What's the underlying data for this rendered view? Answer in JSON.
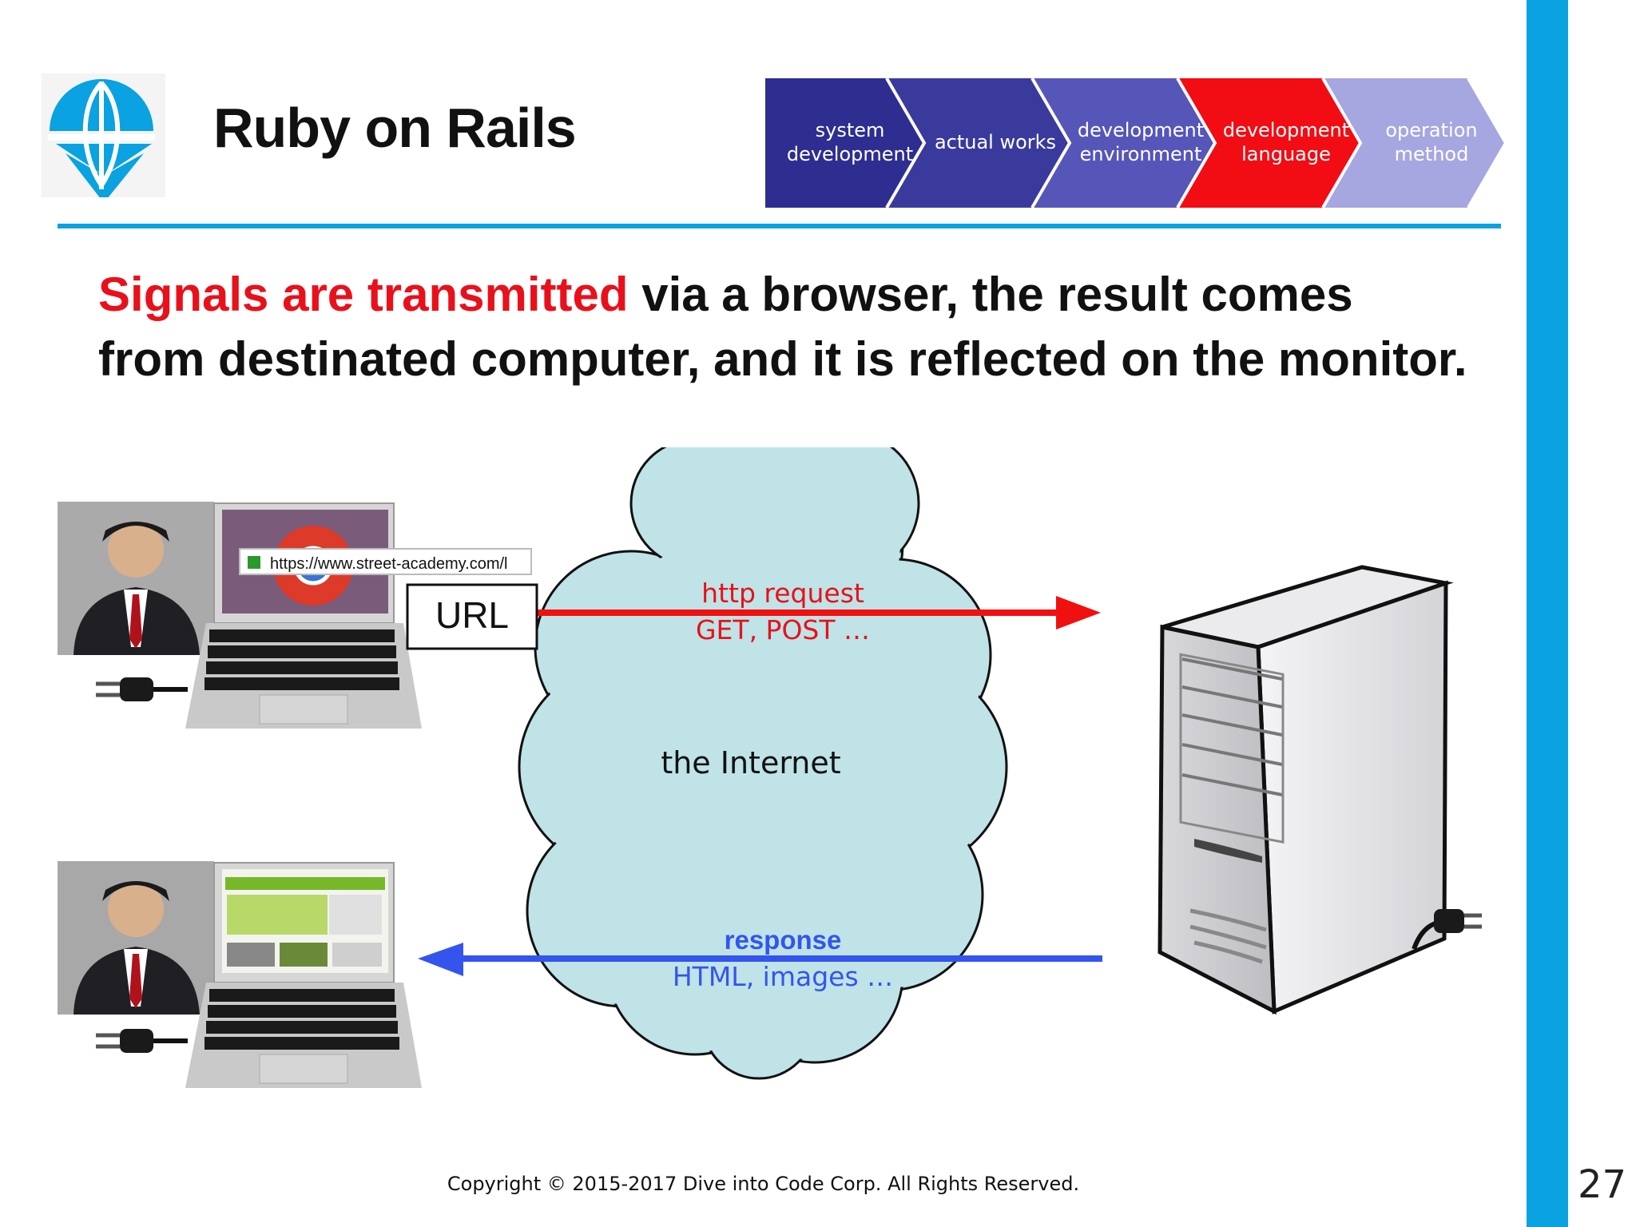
{
  "slide": {
    "title": "Ruby on Rails",
    "page_number": "27",
    "copyright": "Copyright © 2015-2017 Dive into Code Corp. All Rights Reserved."
  },
  "progress_steps": [
    {
      "line1": "system",
      "line2": "development",
      "state": "done"
    },
    {
      "line1": "actual works",
      "line2": "",
      "state": "done"
    },
    {
      "line1": "development",
      "line2": "environment",
      "state": "done"
    },
    {
      "line1": "development",
      "line2": "language",
      "state": "current"
    },
    {
      "line1": "operation",
      "line2": "method",
      "state": "upcoming"
    }
  ],
  "headline": {
    "highlight": "Signals are transmitted",
    "rest": " via a browser, the result comes from destinated computer, and it is reflected on the monitor."
  },
  "diagram": {
    "url_bar_text": "https://www.street-academy.com/l",
    "url_label": "URL",
    "cloud_label": "the Internet",
    "request_title": "http request",
    "request_detail": "GET, POST …",
    "response_title": "response",
    "response_detail": "HTML, images …"
  },
  "colors": {
    "accent_blue": "#0aa2e0",
    "highlight_red": "#e8111b",
    "request_arrow": "#f01010",
    "response_arrow": "#3355ee",
    "cloud_fill": "#bfe3e6",
    "step_done": "#2e2e90",
    "step_current": "#f20c14",
    "step_upcoming": "#a6a6e0"
  }
}
